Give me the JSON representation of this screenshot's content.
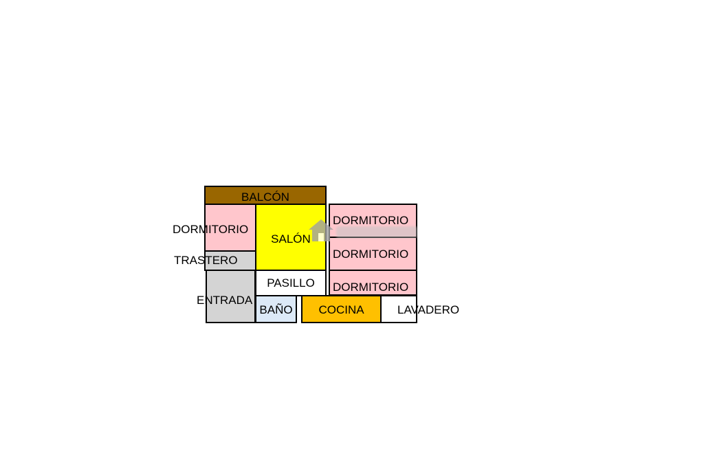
{
  "canvas": {
    "background": "#FFFFFF"
  },
  "watermark": {
    "icon": "house-icon"
  },
  "rooms": [
    {
      "id": "balcon",
      "label": "BALCÓN",
      "color": "#996600"
    },
    {
      "id": "dormitorio-left",
      "label": "DORMITORIO",
      "color": "#FFC6CC"
    },
    {
      "id": "salon",
      "label": "SALÓN",
      "color": "#FFFF00"
    },
    {
      "id": "dormitorio-top-right",
      "label": "DORMITORIO",
      "color": "#FFC6CC"
    },
    {
      "id": "dormitorio-mid-right",
      "label": "DORMITORIO",
      "color": "#FFC6CC"
    },
    {
      "id": "trastero",
      "label": "TRASTERO",
      "color": "#D4D4D4"
    },
    {
      "id": "pasillo",
      "label": "PASILLO",
      "color": "#FFFFFF"
    },
    {
      "id": "dormitorio-bottom-right",
      "label": "DORMITORIO",
      "color": "#FFC6CC"
    },
    {
      "id": "entrada",
      "label": "ENTRADA",
      "color": "#D4D4D4"
    },
    {
      "id": "bano",
      "label": "BAÑO",
      "color": "#DCE9F7"
    },
    {
      "id": "cocina",
      "label": "COCINA",
      "color": "#FFC000"
    },
    {
      "id": "lavadero",
      "label": "LAVADERO",
      "color": "#FFFFFF"
    }
  ]
}
